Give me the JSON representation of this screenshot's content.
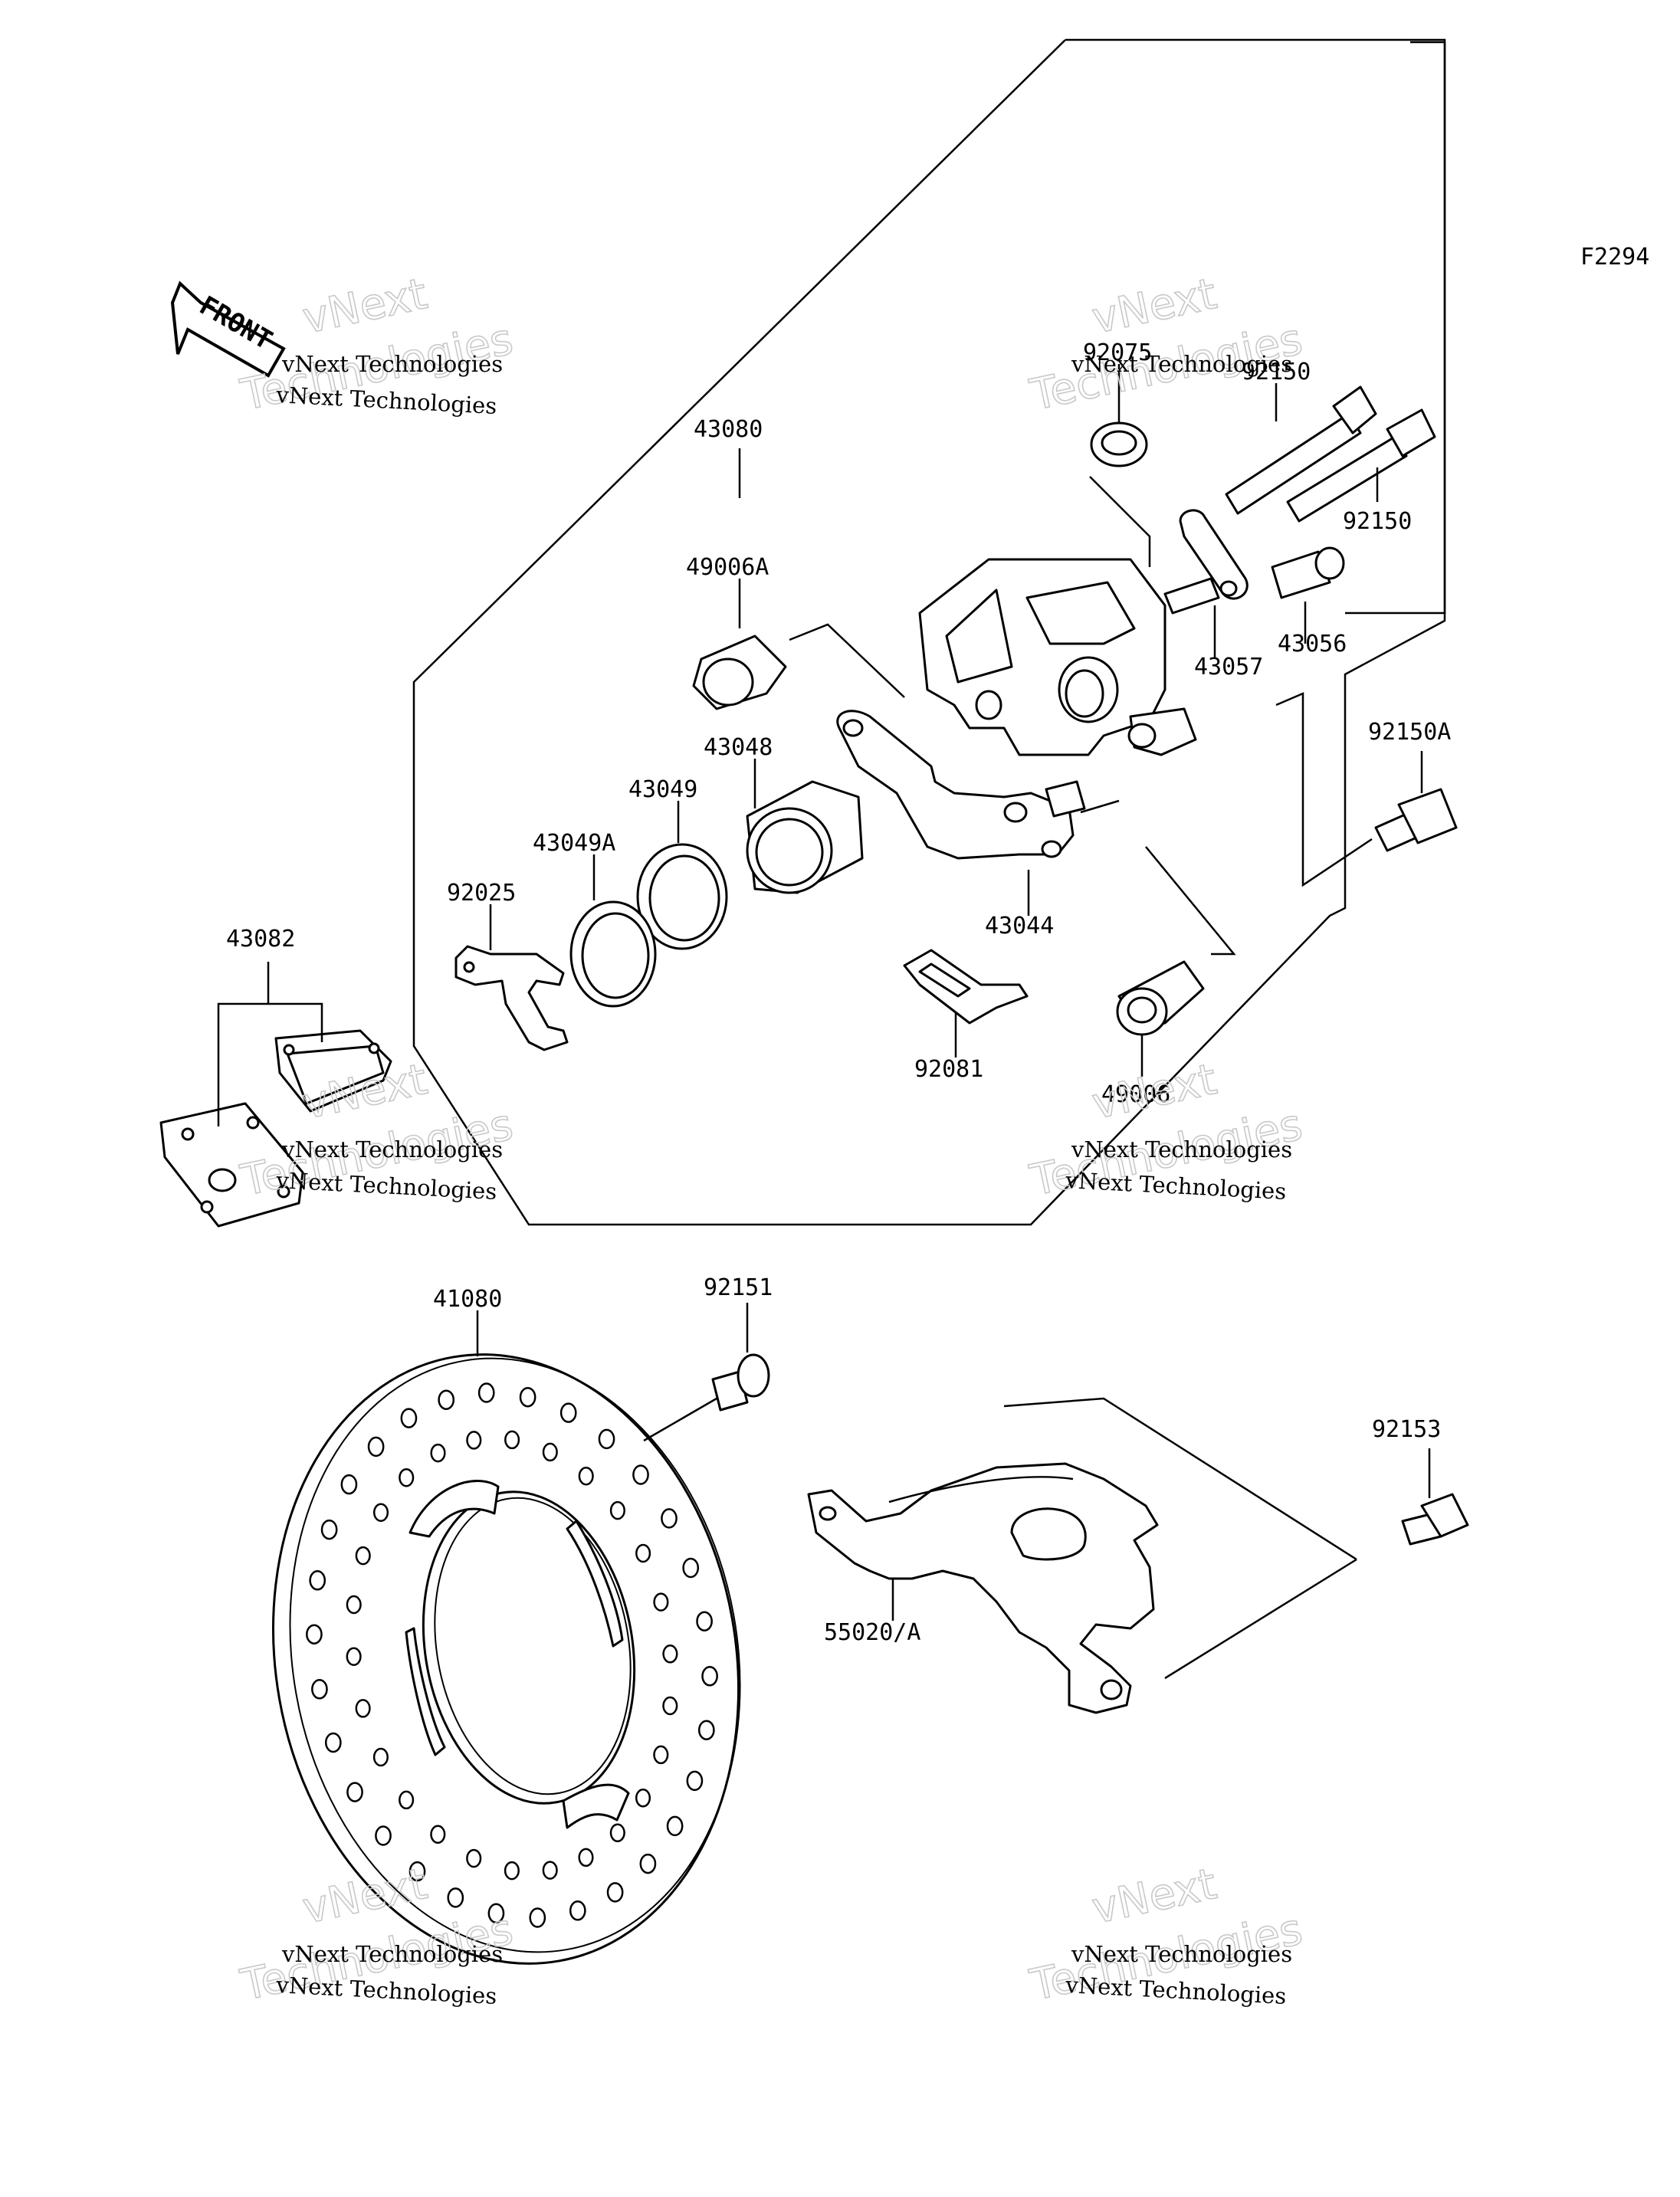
{
  "figure_code": "F2294",
  "front_marker": "FRONT",
  "watermark": {
    "company": "vNext Technologies",
    "word_top": "vNext",
    "word_bottom": "Technologies"
  },
  "part_labels": {
    "p92075": "92075",
    "p92150_top": "92150",
    "p92150_right": "92150",
    "p43080": "43080",
    "p49006A": "49006A",
    "p43057": "43057",
    "p43056": "43056",
    "p43048": "43048",
    "p43049": "43049",
    "p43049A": "43049A",
    "p92025": "92025",
    "p92150A": "92150A",
    "p43044": "43044",
    "p43082": "43082",
    "p92081": "92081",
    "p49006": "49006",
    "p41080": "41080",
    "p92151": "92151",
    "p92153": "92153",
    "p55020A": "55020/A"
  }
}
